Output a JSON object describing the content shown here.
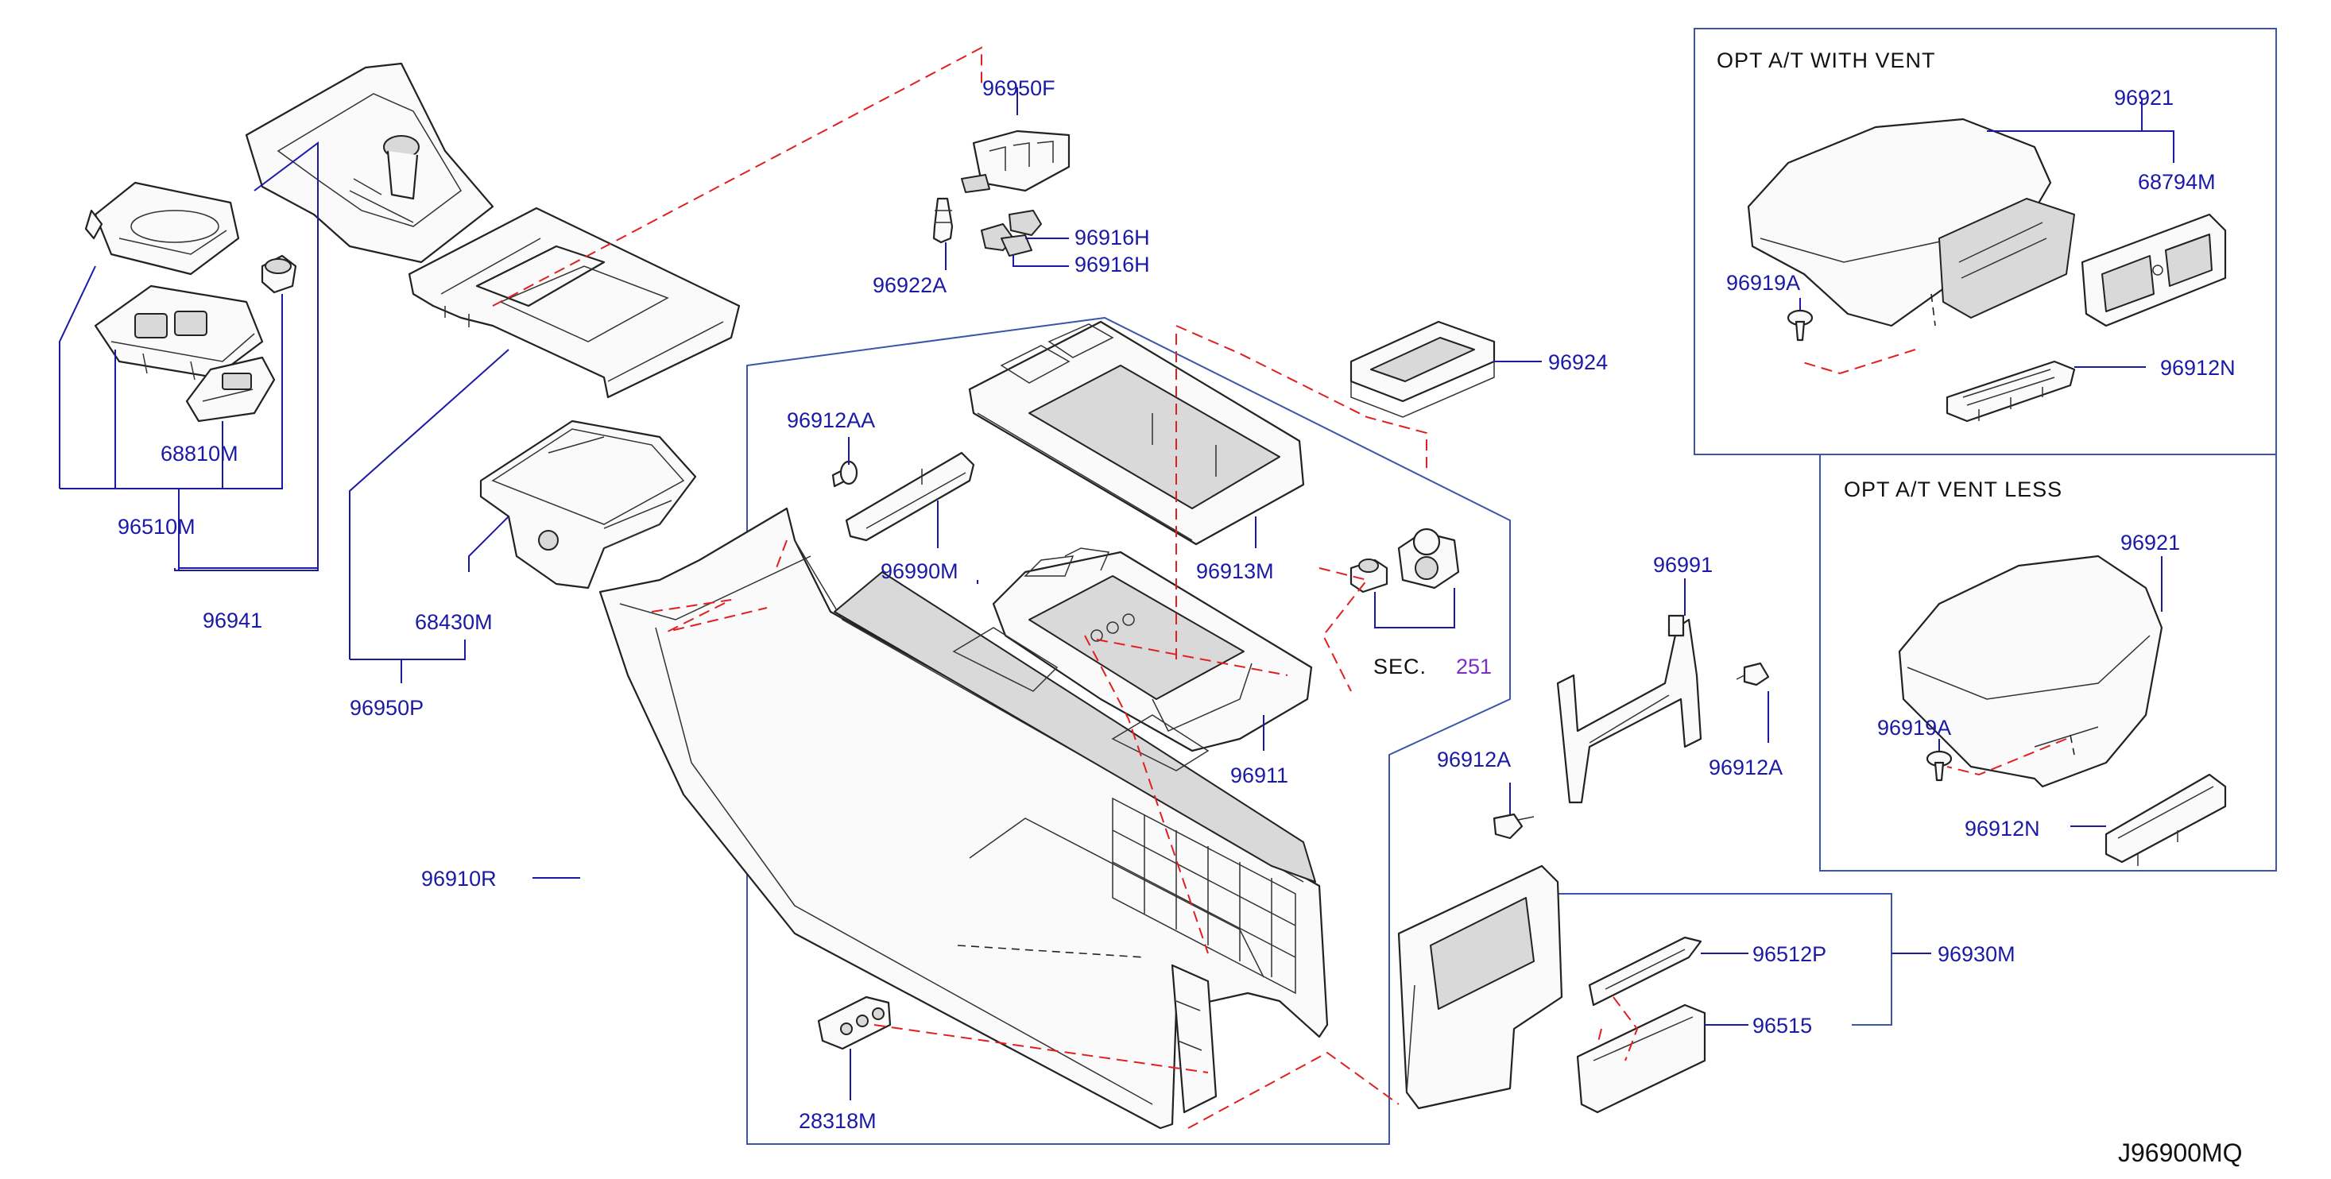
{
  "diagram_code": "J96900MQ",
  "boxes": {
    "with_vent_title": "OPT   A/T   WITH   VENT",
    "vent_less_title": "OPT   A/T   VENT   LESS"
  },
  "sec_ref": {
    "prefix": "SEC.",
    "number": "251"
  },
  "labels": {
    "p96950F": "96950F",
    "p96916H_a": "96916H",
    "p96916H_b": "96916H",
    "p96922A": "96922A",
    "p68810M": "68810M",
    "p96510M": "96510M",
    "p96941": "96941",
    "p68430M": "68430M",
    "p96950P": "96950P",
    "p96912AA": "96912AA",
    "p96990M": "96990M",
    "p96913M": "96913M",
    "p96924": "96924",
    "p96911": "96911",
    "p96910R": "96910R",
    "p96991": "96991",
    "p96912A_a": "96912A",
    "p96912A_b": "96912A",
    "p96930M": "96930M",
    "p96512P": "96512P",
    "p96515": "96515",
    "p28318M": "28318M",
    "v_96921": "96921",
    "v_68794M": "68794M",
    "v_96919A": "96919A",
    "v_96912N": "96912N",
    "l_96921": "96921",
    "l_96919A": "96919A",
    "l_96912N": "96912N"
  },
  "colors": {
    "label": "#1a1aa6",
    "frame": "#3a56a8",
    "dashed_guide": "#e02020",
    "sec_number": "#7b2fc9"
  }
}
